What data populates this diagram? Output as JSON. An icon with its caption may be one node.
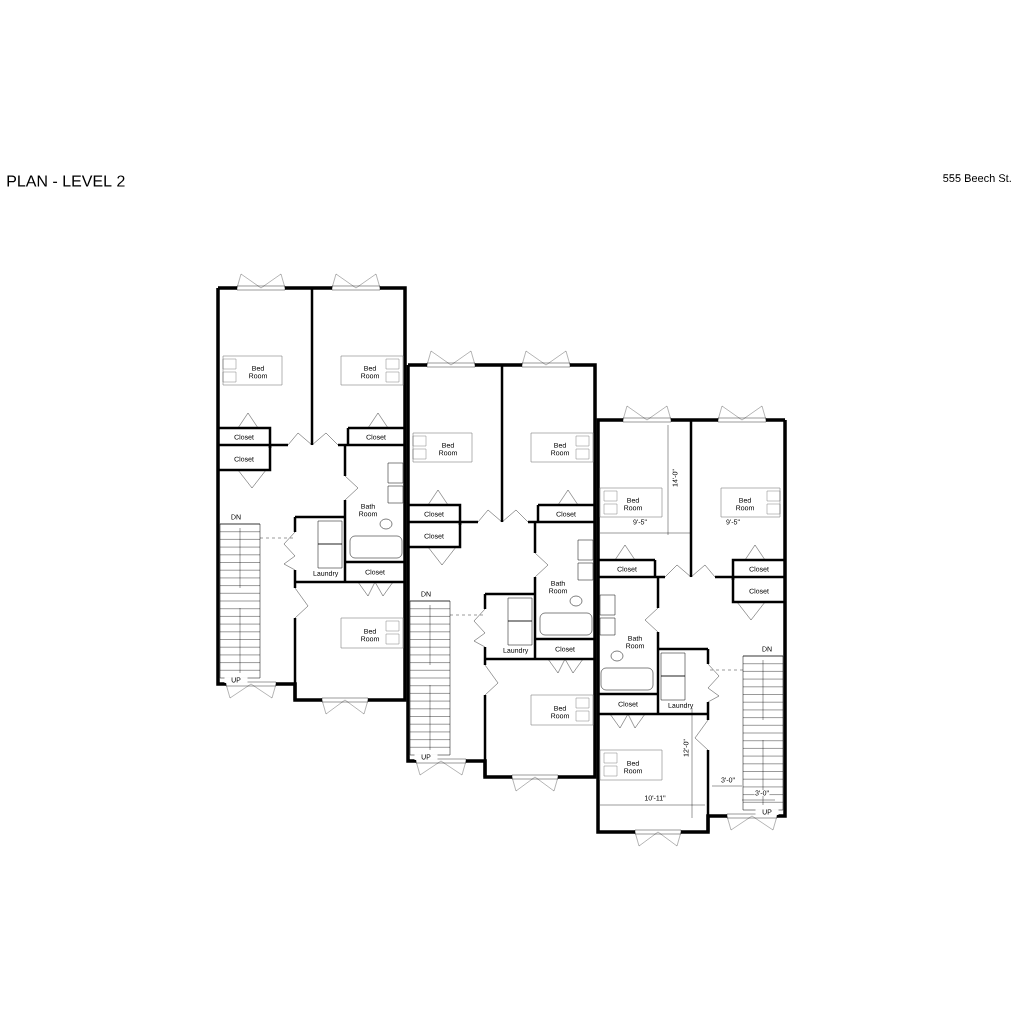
{
  "diagram": {
    "title": "PLAN - LEVEL 2",
    "labels": [
      "555 Beech St.",
      "Bed Room",
      "Bed Room",
      "Closet",
      "Closet",
      "Closet",
      "Bath Room",
      "DN",
      "Laundry",
      "Closet",
      "Bed Room",
      "UP",
      "Bed Room",
      "Bed Room",
      "Closet",
      "Closet",
      "Closet",
      "Bath Room",
      "DN",
      "Laundry",
      "Closet",
      "Bed Room",
      "UP",
      "Bed Room",
      "Bed Room",
      "Closet",
      "Closet",
      "Closet",
      "Bath Room",
      "DN",
      "Laundry",
      "Closet",
      "Bed Room",
      "UP",
      "14'-0\"",
      "9'-5\"",
      "9'-5\"",
      "3'-0\"",
      "12'-0\"",
      "10'-11\"",
      "3'-0\""
    ]
  }
}
